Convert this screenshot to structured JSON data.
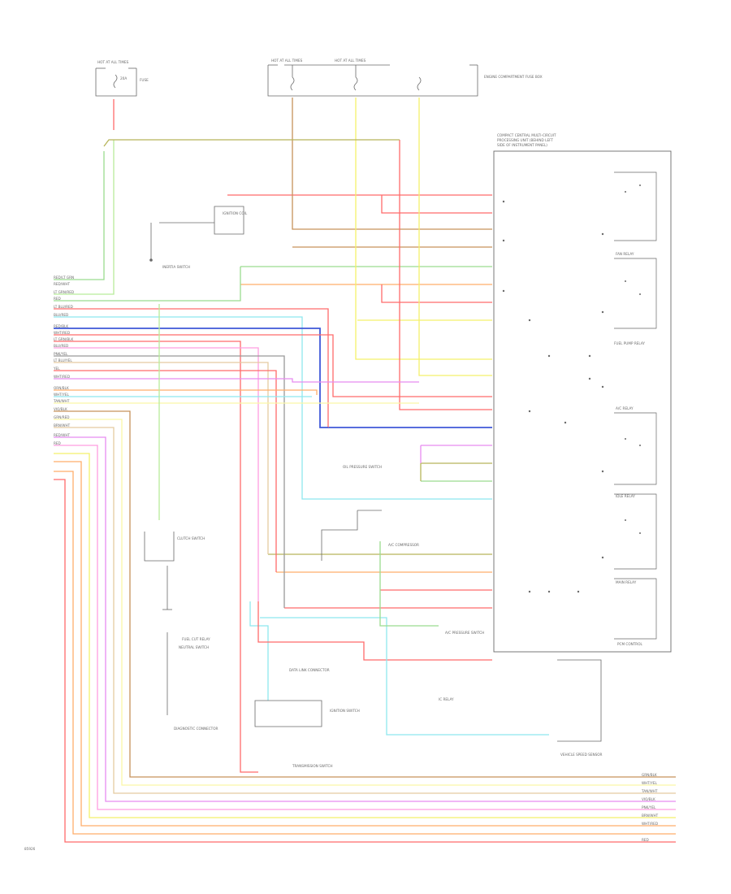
{
  "diagram": {
    "footer_code": "85926",
    "colors": {
      "RED": "#ff6b6b",
      "ORANGE": "#ffae6b",
      "YELLOW": "#f4f06a",
      "LTYELLOW": "#fbf7a8",
      "GREEN": "#9bdc8f",
      "LTGREEN": "#b8ec9a",
      "OLIVE": "#b7b55a",
      "BLUE": "#3f58d8",
      "LTBLUE": "#8ee7ef",
      "BROWN": "#c7925a",
      "TAN": "#e5cba0",
      "PINK": "#ff9de0",
      "VIOLET": "#e78cf0",
      "GRAY": "#999999",
      "BLACK": "#6a6a6a"
    },
    "labels": {
      "fuse_top_left": "HOT AT ALL TIMES",
      "fuse_top_left_num": "20A",
      "fuse_top_left_name": "FUSE",
      "fuse_pair_a": "HOT AT ALL TIMES",
      "fuse_pair_b": "HOT AT ALL TIMES",
      "engine_compartment": "ENGINE COMPARTMENT FUSE BOX",
      "ecu_title_1": "COMPACT CENTRAL MULTI-CIRCUIT",
      "ecu_title_2": "PROCESSING UNIT (BEHIND LEFT",
      "ecu_title_3": "SIDE OF INSTRUMENT PANEL)",
      "ecu_bottom": "PCM CONTROL",
      "fuel_relay": "FUEL PUMP RELAY",
      "main_relay": "MAIN RELAY",
      "acc_relay": "A/C RELAY",
      "idle_relay": "IDLE RELAY",
      "fan_relay": "FAN RELAY",
      "fuel_cut_relay": "FUEL CUT RELAY",
      "oil_switch": "OIL PRESSURE SWITCH",
      "inertia": "INERTIA SWITCH",
      "ign_coil": "IGNITION COIL",
      "ign_switch": "IGNITION SWITCH",
      "ac_comp": "A/C COMPRESSOR",
      "ac_pressure": "A/C PRESSURE SWITCH",
      "clutch": "CLUTCH SWITCH",
      "check_conn": "DIAGNOSTIC CONNECTOR",
      "speed_sensor": "VEHICLE SPEED SENSOR",
      "neutral_sw": "NEUTRAL SWITCH",
      "trans_sw": "TRANSMISSION SWITCH",
      "data_link": "DATA LINK CONNECTOR",
      "ic_relay": "IC RELAY"
    },
    "wire_labels": [
      "RED/LT GRN",
      "RED/WHT",
      "LT GRN/RED",
      "RED",
      "LT BLU/RED",
      "BLU/RED",
      "RED/BLK",
      "WHT/RED",
      "LT GRN/BLK",
      "BLU/RED",
      "PNK/YEL",
      "LT BLU/YEL",
      "YEL",
      "WHT/RED",
      "ORN/BLK",
      "WHT/YEL",
      "TAN/WHT",
      "VIO/BLK",
      "GRN/RED",
      "BRN/WHT",
      "RED/WHT",
      "RED"
    ],
    "right_labels": [
      "GRN/BLK",
      "WHT/YEL",
      "TAN/WHT",
      "VIO/BLK",
      "PNK/YEL",
      "BRN/WHT",
      "WHT/RED",
      "RED"
    ]
  }
}
